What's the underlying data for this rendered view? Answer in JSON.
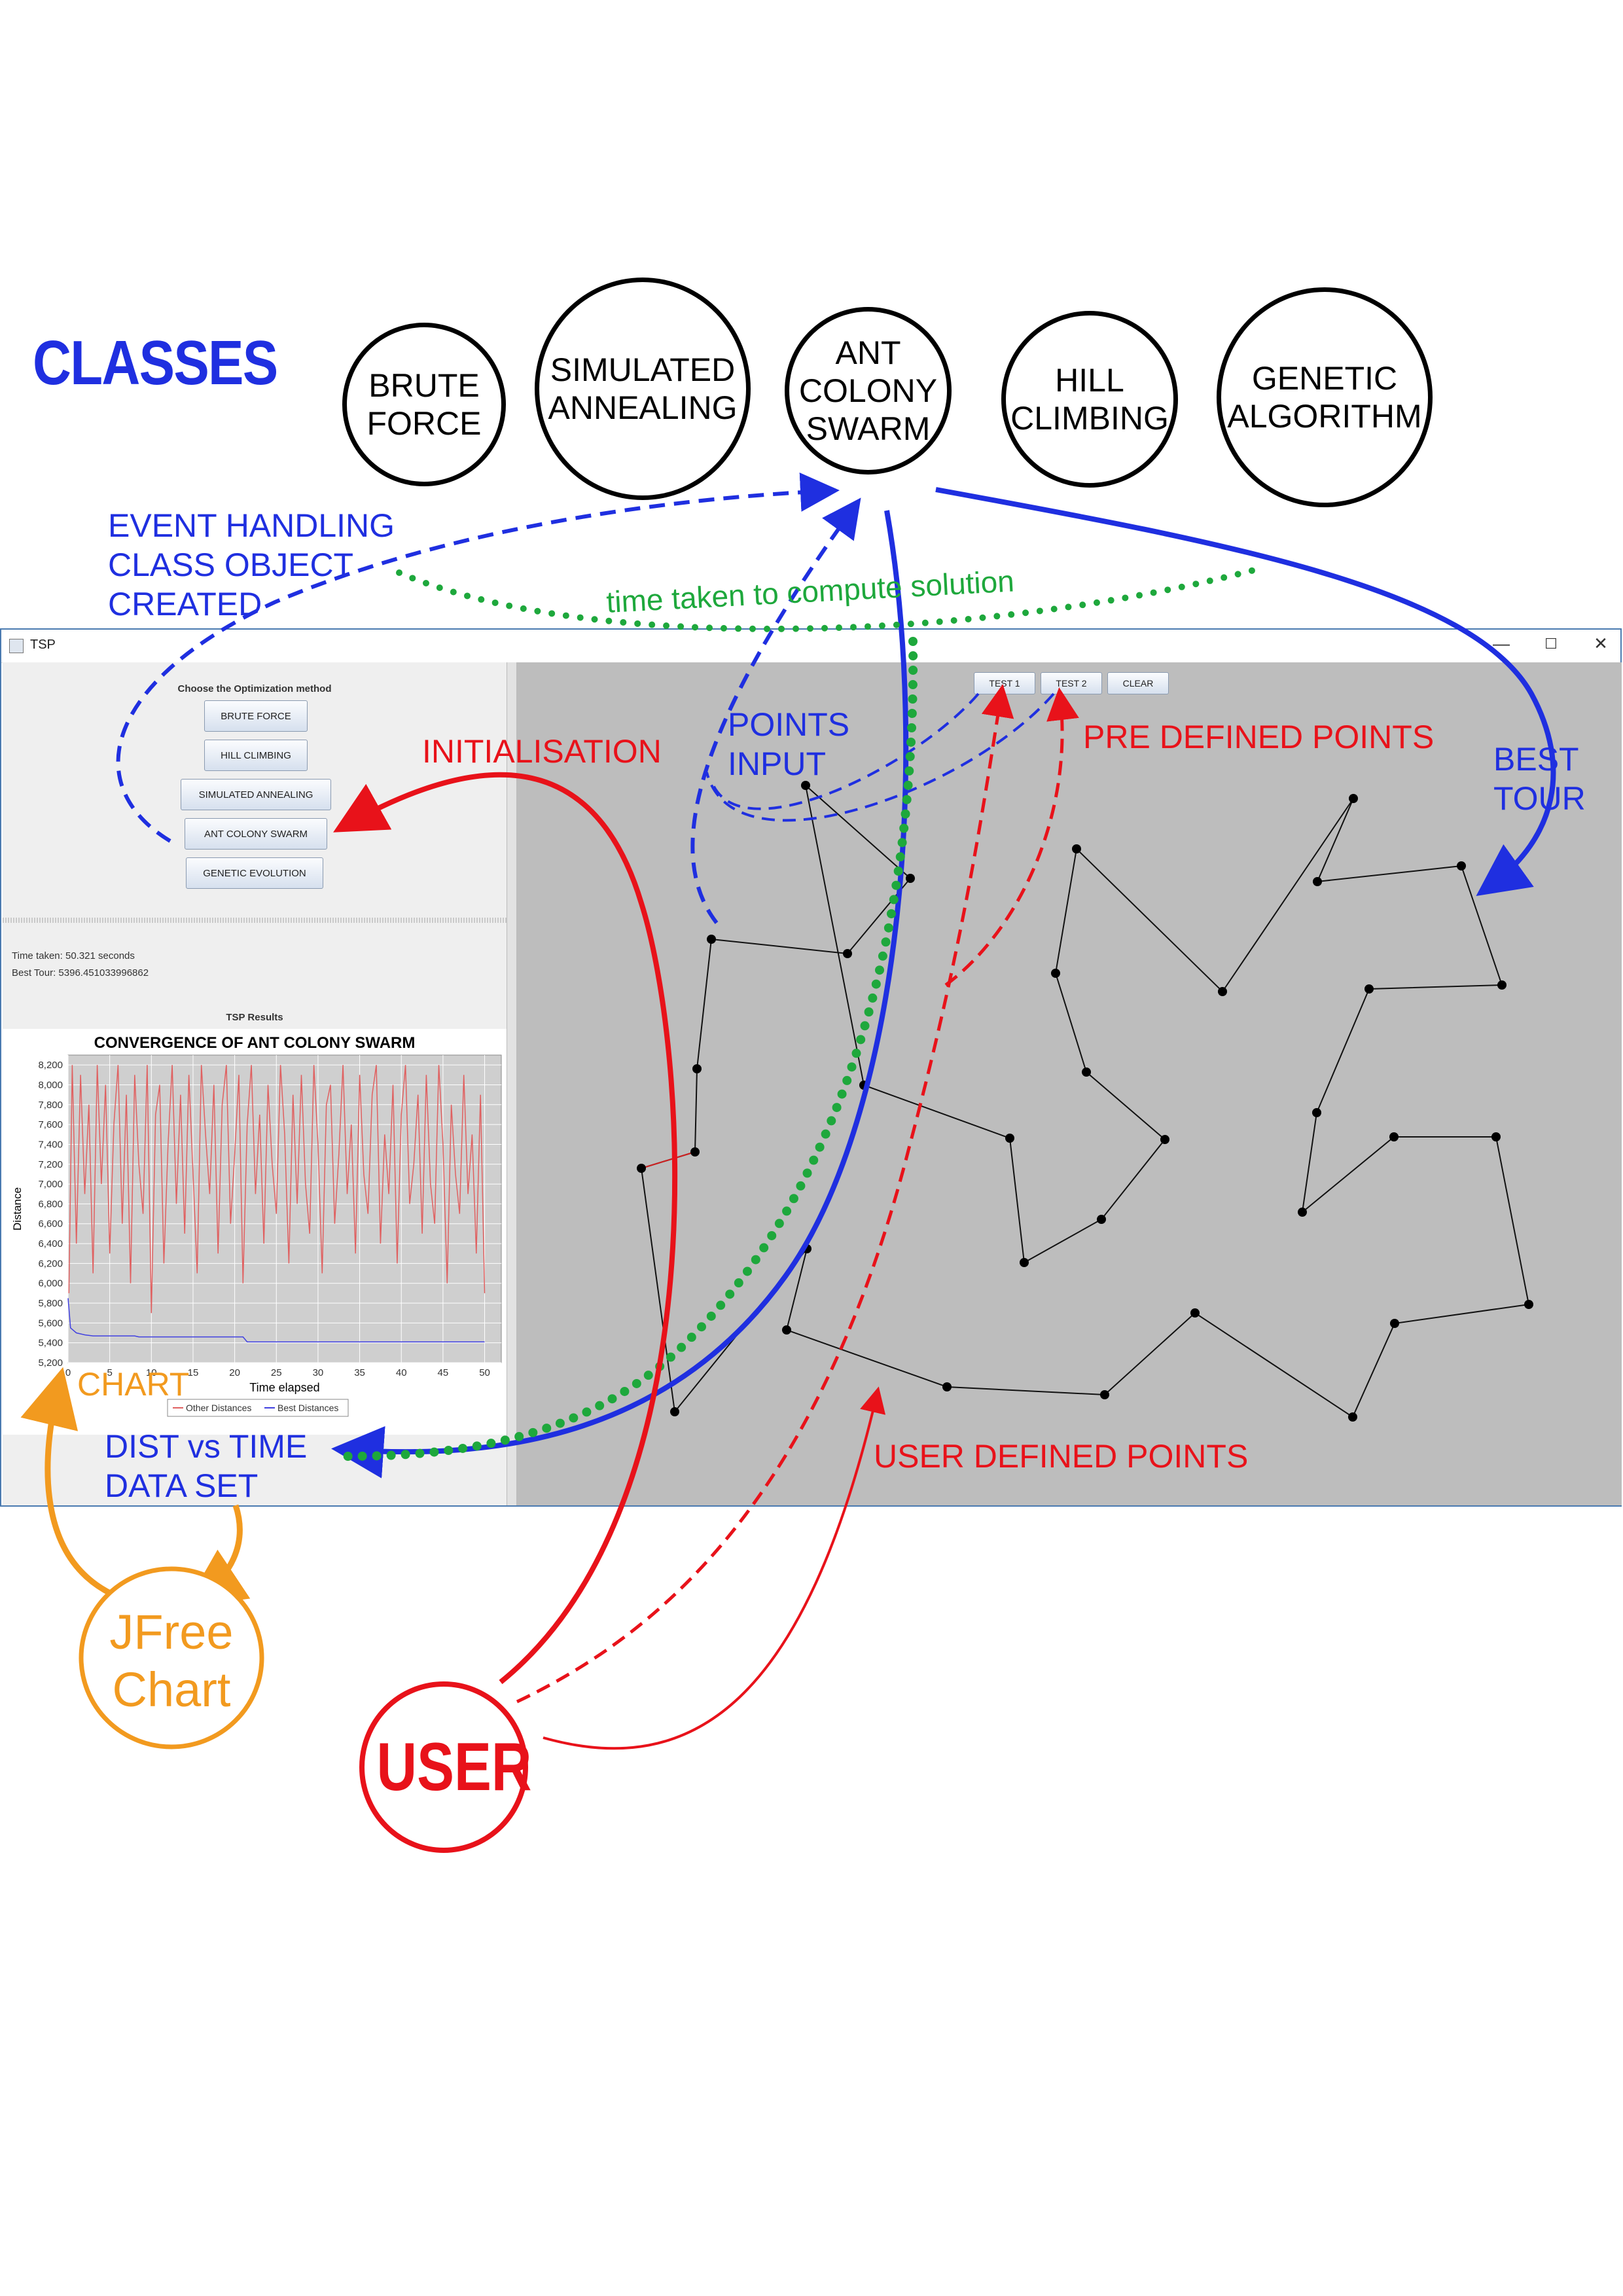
{
  "heading": "CLASSES",
  "classes": [
    "BRUTE\nFORCE",
    "SIMULATED\nANNEALING",
    "ANT\nCOLONY\nSWARM",
    "HILL\nCLIMBING",
    "GENETIC\nALGORITHM"
  ],
  "window": {
    "title": "TSP",
    "controls": {
      "minimize": "—",
      "maximize": "☐",
      "close": "✕"
    },
    "choose_label": "Choose the Optimization method",
    "method_buttons": [
      "BRUTE FORCE",
      "HILL CLIMBING",
      "SIMULATED ANNEALING",
      "ANT COLONY SWARM",
      "GENETIC EVOLUTION"
    ],
    "time_taken": "Time taken: 50.321 seconds",
    "best_tour": "Best Tour: 5396.451033996862",
    "results_label": "TSP Results",
    "toolbar_buttons": [
      "TEST 1",
      "TEST 2",
      "CLEAR"
    ]
  },
  "annotations": {
    "event_handling": "EVENT HANDLING\nCLASS OBJECT\nCREATED",
    "time_taken": "time taken to compute solution",
    "points_input": "POINTS\nINPUT",
    "initialisation": "INITIALISATION",
    "pre_defined": "PRE DEFINED POINTS",
    "best_tour": "BEST\nTOUR",
    "chart": "CHART",
    "dist_time": "DIST vs TIME\n      DATA SET",
    "user_defined": "USER DEFINED POINTS",
    "jfree": "JFree\nChart",
    "user": "USER"
  },
  "colors": {
    "blue": "#1f2fe0",
    "red": "#e8121a",
    "green": "#1ea83c",
    "orange": "#f29a1f",
    "other_series": "#e06060",
    "best_series": "#4040e0"
  },
  "chart_data": {
    "type": "line",
    "title": "CONVERGENCE OF ANT COLONY SWARM",
    "xlabel": "Time elapsed",
    "ylabel": "Distance",
    "xlim": [
      0,
      52
    ],
    "ylim": [
      5200,
      8300
    ],
    "xticks": [
      "0",
      "5",
      "10",
      "15",
      "20",
      "25",
      "30",
      "35",
      "40",
      "45",
      "50"
    ],
    "yticks": [
      "5,200",
      "5,400",
      "5,600",
      "5,800",
      "6,000",
      "6,200",
      "6,400",
      "6,600",
      "6,800",
      "7,000",
      "7,200",
      "7,400",
      "7,600",
      "7,800",
      "8,000",
      "8,200"
    ],
    "series": [
      {
        "name": "Other Distances",
        "color": "#e06060",
        "x": [
          0.1,
          0.5,
          1,
          1.5,
          2,
          2.5,
          3,
          3.5,
          4,
          4.5,
          5,
          5.5,
          6,
          6.5,
          7,
          7.5,
          8,
          8.5,
          9,
          9.5,
          10,
          10.5,
          11,
          11.5,
          12,
          12.5,
          13,
          13.5,
          14,
          14.5,
          15,
          15.5,
          16,
          16.5,
          17,
          17.5,
          18,
          18.5,
          19,
          19.5,
          20,
          20.5,
          21,
          21.5,
          22,
          22.5,
          23,
          23.5,
          24,
          24.5,
          25,
          25.5,
          26,
          26.5,
          27,
          27.5,
          28,
          28.5,
          29,
          29.5,
          30,
          30.5,
          31,
          31.5,
          32,
          32.5,
          33,
          33.5,
          34,
          34.5,
          35,
          35.5,
          36,
          36.5,
          37,
          37.5,
          38,
          38.5,
          39,
          39.5,
          40,
          40.5,
          41,
          41.5,
          42,
          42.5,
          43,
          43.5,
          44,
          44.5,
          45,
          45.5,
          46,
          46.5,
          47,
          47.5,
          48,
          48.5,
          49,
          49.5,
          50
        ],
        "y": [
          5900,
          8200,
          6400,
          8100,
          6900,
          7800,
          6100,
          8200,
          7000,
          8000,
          6300,
          7600,
          8200,
          6600,
          7900,
          6000,
          8100,
          7200,
          6700,
          8200,
          5700,
          7700,
          8000,
          6200,
          7400,
          8200,
          6800,
          7900,
          6500,
          8100,
          7100,
          6100,
          8200,
          7500,
          6900,
          8000,
          6300,
          7800,
          8200,
          6600,
          7300,
          8100,
          6000,
          7600,
          8200,
          6900,
          7700,
          6400,
          8000,
          7200,
          6700,
          8200,
          7500,
          6200,
          7900,
          6800,
          8100,
          7000,
          6500,
          8200,
          7400,
          6100,
          7800,
          8000,
          6600,
          7300,
          8200,
          6900,
          7600,
          6300,
          8100,
          7100,
          6700,
          7900,
          8200,
          6400,
          7500,
          6900,
          8000,
          6200,
          7700,
          8200,
          6800,
          7200,
          7900,
          6500,
          8100,
          7000,
          6600,
          8200,
          7400,
          6000,
          7800,
          7100,
          6700,
          8100,
          6900,
          7500,
          6300,
          7900,
          5900
        ]
      },
      {
        "name": "Best Distances",
        "color": "#4040e0",
        "x": [
          0,
          0.3,
          1,
          2,
          3,
          8,
          8.5,
          14,
          20,
          21,
          21.5,
          30,
          40,
          50
        ],
        "y": [
          5850,
          5550,
          5500,
          5480,
          5470,
          5470,
          5460,
          5460,
          5460,
          5460,
          5410,
          5410,
          5410,
          5410
        ]
      }
    ],
    "legend": "bottom"
  },
  "tour_points": [
    [
      1231,
      1200
    ],
    [
      1391,
      1342
    ],
    [
      1295,
      1457
    ],
    [
      1087,
      1435
    ],
    [
      1065,
      1633
    ],
    [
      1062,
      1760
    ],
    [
      980,
      1785
    ],
    [
      1031,
      2157
    ],
    [
      1233,
      1908
    ],
    [
      1202,
      2032
    ],
    [
      1447,
      2119
    ],
    [
      1688,
      2131
    ],
    [
      1826,
      2006
    ],
    [
      2067,
      2165
    ],
    [
      2131,
      2022
    ],
    [
      2336,
      1993
    ],
    [
      2286,
      1737
    ],
    [
      2130,
      1737
    ],
    [
      1990,
      1852
    ],
    [
      2012,
      1700
    ],
    [
      2092,
      1511
    ],
    [
      2295,
      1505
    ],
    [
      2233,
      1323
    ],
    [
      2013,
      1347
    ],
    [
      2068,
      1220
    ],
    [
      1868,
      1515
    ],
    [
      1645,
      1297
    ],
    [
      1613,
      1487
    ],
    [
      1660,
      1638
    ],
    [
      1780,
      1741
    ],
    [
      1683,
      1863
    ],
    [
      1565,
      1929
    ],
    [
      1543,
      1739
    ],
    [
      1320,
      1658
    ]
  ]
}
